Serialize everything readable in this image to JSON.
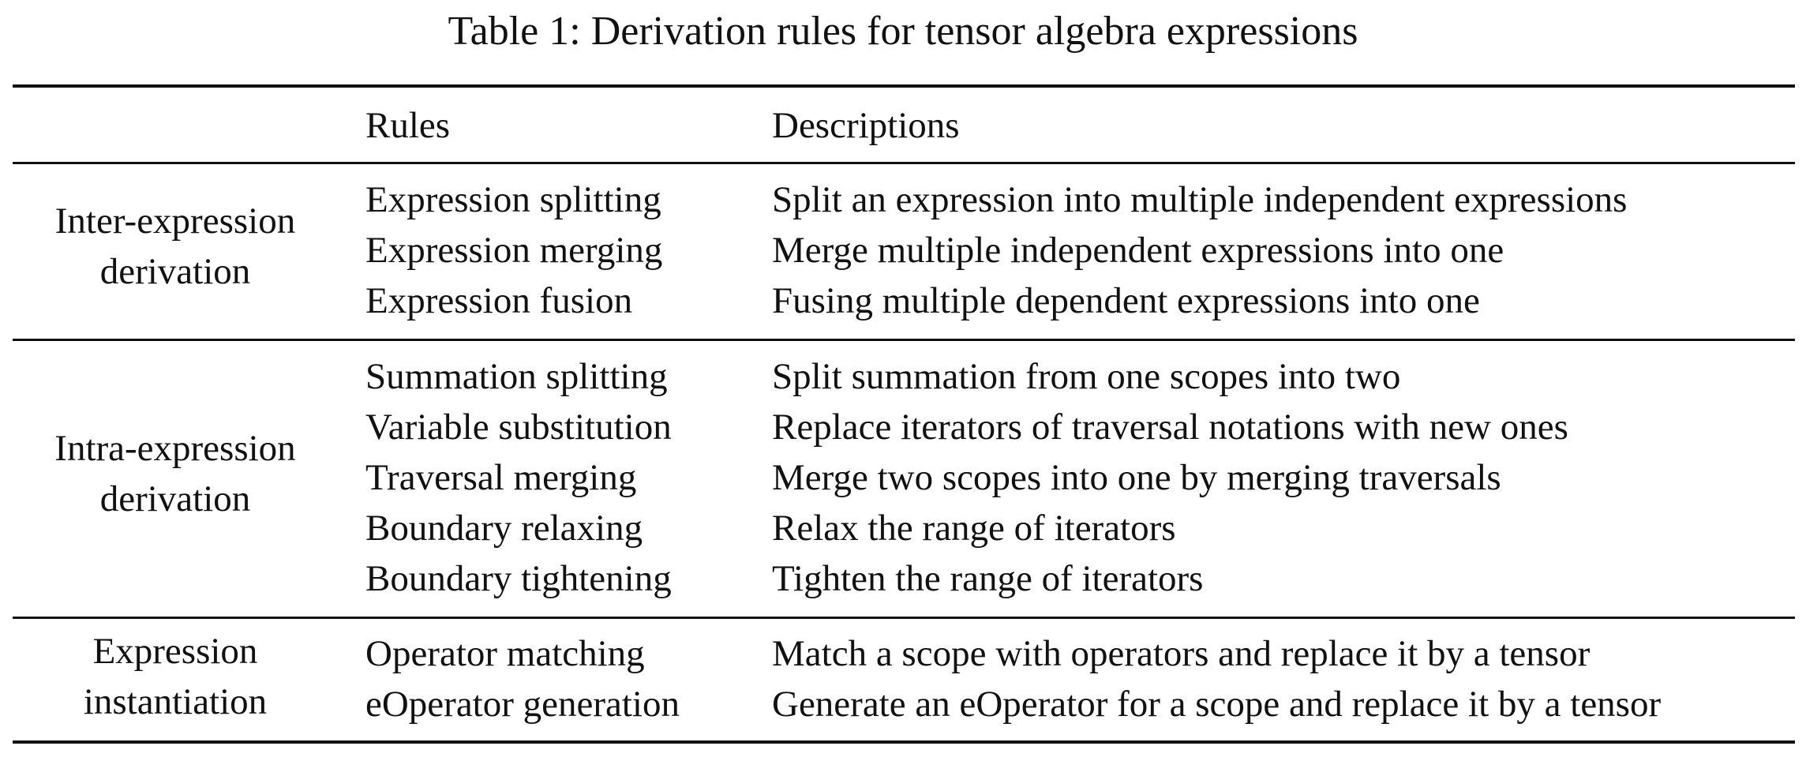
{
  "caption": "Table 1: Derivation rules for tensor algebra expressions",
  "headers": {
    "group": "",
    "rules": "Rules",
    "descriptions": "Descriptions"
  },
  "groups": [
    {
      "label_line1": "Inter-expression",
      "label_line2": "derivation",
      "rows": [
        {
          "rule": "Expression splitting",
          "description": "Split an expression into multiple independent expressions"
        },
        {
          "rule": "Expression merging",
          "description": "Merge multiple independent expressions into one"
        },
        {
          "rule": "Expression fusion",
          "description": "Fusing multiple dependent expressions into one"
        }
      ]
    },
    {
      "label_line1": "Intra-expression",
      "label_line2": "derivation",
      "rows": [
        {
          "rule": "Summation splitting",
          "description": "Split summation from one scopes into two"
        },
        {
          "rule": "Variable substitution",
          "description": "Replace iterators of traversal notations with new ones"
        },
        {
          "rule": "Traversal merging",
          "description": "Merge two scopes into one by merging traversals"
        },
        {
          "rule": "Boundary relaxing",
          "description": "Relax the range of iterators"
        },
        {
          "rule": "Boundary tightening",
          "description": "Tighten the range of iterators"
        }
      ]
    },
    {
      "label_line1": "Expression",
      "label_line2": "instantiation",
      "rows": [
        {
          "rule": "Operator matching",
          "description": "Match a scope with operators and replace it by a tensor"
        },
        {
          "rule": "eOperator generation",
          "description": "Generate an eOperator for a scope and replace it by a tensor"
        }
      ]
    }
  ]
}
